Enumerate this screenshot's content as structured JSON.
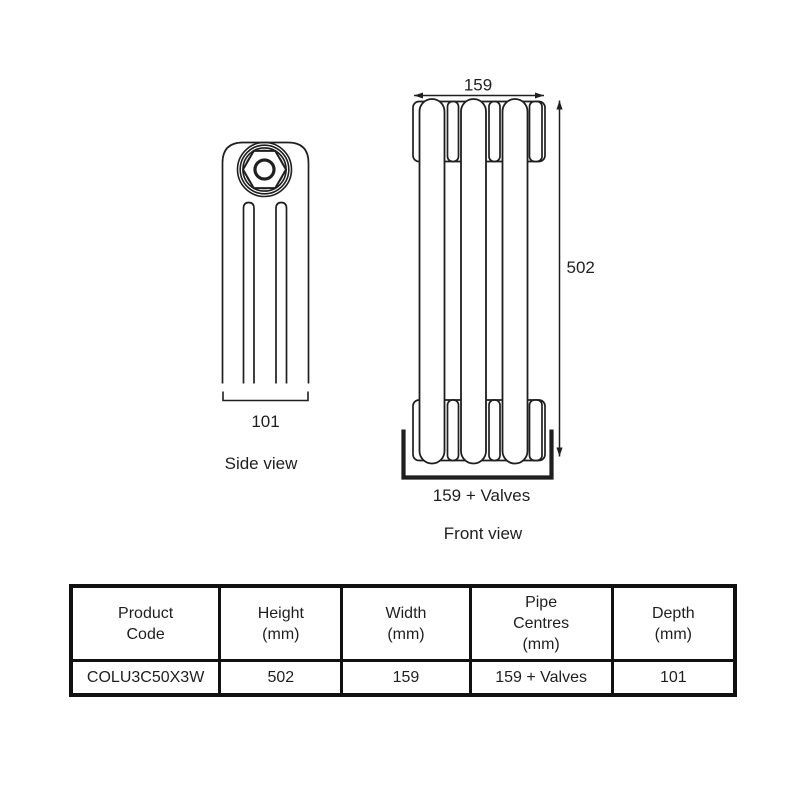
{
  "page": {
    "background": "#ffffff"
  },
  "diagram": {
    "stroke_color": "#1f1f1f",
    "side_view": {
      "caption": "Side view",
      "depth_dim": "101"
    },
    "front_view": {
      "caption": "Front view",
      "width_dim": "159",
      "height_dim": "502",
      "pipe_centres_dim": "159 + Valves"
    }
  },
  "spec_table": {
    "headers": {
      "product_code": [
        "Product",
        "Code"
      ],
      "height": [
        "Height",
        "(mm)"
      ],
      "width": [
        "Width",
        "(mm)"
      ],
      "pipe_centres": [
        "Pipe",
        "Centres",
        "(mm)"
      ],
      "depth": [
        "Depth",
        "(mm)"
      ]
    },
    "row": {
      "product_code": "COLU3C50X3W",
      "height": "502",
      "width": "159",
      "pipe_centres": "159 + Valves",
      "depth": "101"
    }
  }
}
